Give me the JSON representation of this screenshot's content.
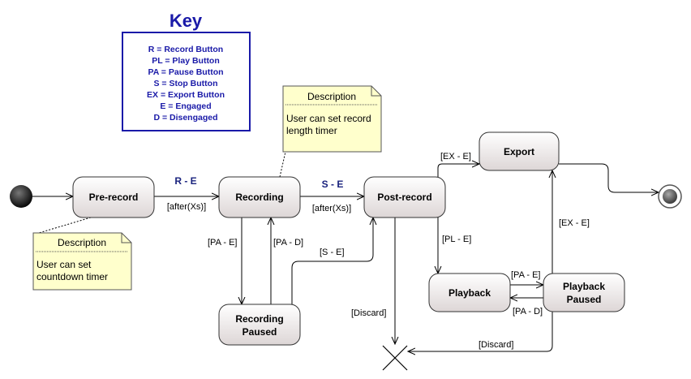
{
  "key": {
    "title": "Key",
    "lines": [
      "R = Record Button",
      "PL = Play Button",
      "PA = Pause Button",
      "S = Stop Button",
      "EX = Export Button",
      "E = Engaged",
      "D = Disengaged"
    ]
  },
  "notes": {
    "recording": {
      "title": "Description",
      "body": [
        "User can set record",
        "length timer"
      ]
    },
    "prerecord": {
      "title": "Description",
      "body": [
        "User can set",
        "countdown timer"
      ]
    }
  },
  "states": {
    "prerecord": "Pre-record",
    "recording": "Recording",
    "recording_paused": [
      "Recording",
      "Paused"
    ],
    "postrecord": "Post-record",
    "export": "Export",
    "playback": "Playback",
    "playback_paused": [
      "Playback",
      "Paused"
    ]
  },
  "transitions": {
    "r_e": "R - E",
    "after1": "[after(Xs)]",
    "s_e_bold": "S - E",
    "after2": "[after(Xs)]",
    "pa_e_rec": "[PA - E]",
    "pa_d_rec": "[PA - D]",
    "s_e_paused": "[S - E]",
    "ex_e_post": "[EX - E]",
    "pl_e": "[PL - E]",
    "pa_e_play": "[PA - E]",
    "pa_d_play": "[PA - D]",
    "ex_e_paused": "[EX - E]",
    "discard_post": "[Discard]",
    "discard_paused": "[Discard]"
  },
  "colors": {
    "key_text": "#1a1aa8",
    "key_border": "#1a1aa8",
    "event_text": "#1a237e",
    "note_fill": "#ffffcc",
    "state_fill_top": "#ffffff",
    "state_fill_bottom": "#ddd6d6"
  },
  "icons": {
    "initial": "filled-circle-icon",
    "final": "bullseye-icon",
    "terminate": "x-cross-icon"
  }
}
